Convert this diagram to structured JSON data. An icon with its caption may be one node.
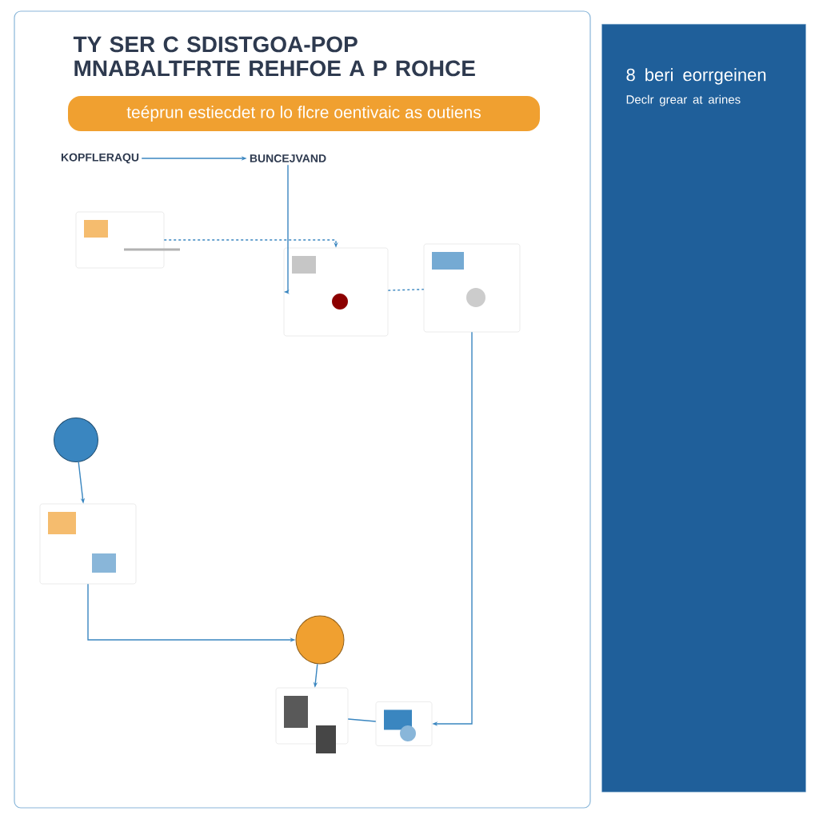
{
  "diagram": {
    "title": "TY SER C SDISTGOA-POP MNABALTFRTE REHFOE A P ROHCE",
    "nodes": [
      {
        "text": [
          "teéprun estiecdet ro lo flcre oentivaic as outiens"
        ]
      },
      {
        "text": [
          "KOPFLERAQU"
        ]
      },
      {
        "text": [
          "BUNCEJVAND"
        ]
      },
      {
        "text": [
          "8 beri eorrgeinen",
          "Declr grear at arines"
        ]
      },
      {
        "text": [],
        "shape": "picture"
      },
      {
        "text": [],
        "shape": "picture"
      },
      {
        "text": [],
        "shape": "picture"
      },
      {
        "text": [],
        "shape": "circle"
      },
      {
        "text": [],
        "shape": "picture"
      },
      {
        "text": [],
        "shape": "circle"
      },
      {
        "text": [],
        "shape": "picture"
      },
      {
        "text": [],
        "shape": "picture"
      }
    ],
    "edges": [
      {
        "from": 1,
        "to": 2,
        "arrow": "to"
      },
      {
        "from": 2,
        "to": 5,
        "arrow": "to"
      },
      {
        "from": 4,
        "to": 5,
        "arrow": "to",
        "style": "dashed"
      },
      {
        "from": 5,
        "to": 6,
        "arrow": "none",
        "style": "dashed"
      },
      {
        "from": 7,
        "to": 8,
        "arrow": "to"
      },
      {
        "from": 8,
        "to": 9,
        "arrow": "to"
      },
      {
        "from": 9,
        "to": 10,
        "arrow": "to"
      },
      {
        "from": 10,
        "to": 11,
        "arrow": "none"
      },
      {
        "from": 6,
        "to": 11,
        "arrow": "to"
      }
    ]
  }
}
